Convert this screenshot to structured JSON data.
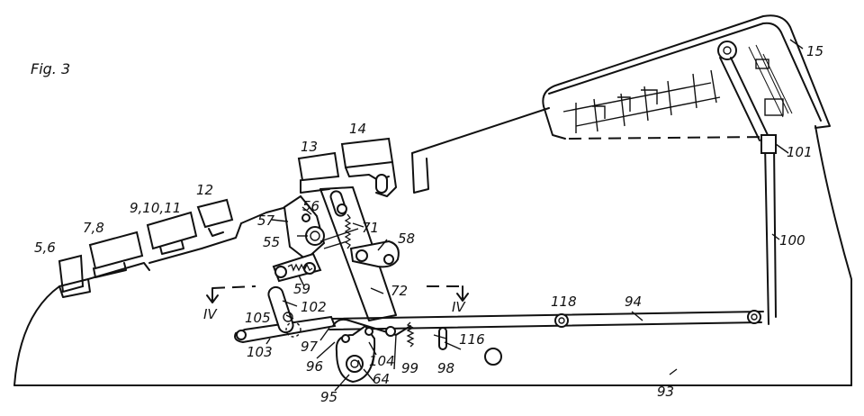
{
  "figure_title": "Fig. 3",
  "labels": {
    "l15": "15",
    "l14": "14",
    "l13": "13",
    "l12": "12",
    "l91011": "9,10,11",
    "l78": "7,8",
    "l56": "5,6",
    "l56b": "56",
    "l57": "57",
    "l55": "55",
    "l71": "71",
    "l58": "58",
    "l59": "59",
    "l72": "72",
    "l101": "101",
    "l100": "100",
    "l118": "118",
    "l94": "94",
    "l102": "102",
    "l105": "105",
    "l103": "103",
    "l97": "97",
    "l96": "96",
    "l104": "104",
    "l99": "99",
    "l98": "98",
    "l116": "116",
    "l64": "64",
    "l95": "95",
    "l93": "93",
    "liv1": "IV",
    "liv2": "IV"
  }
}
